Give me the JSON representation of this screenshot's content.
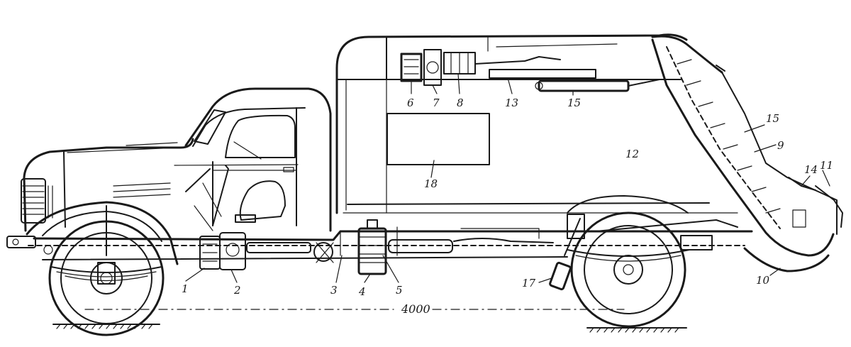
{
  "callouts": {
    "c1": "1",
    "c2": "2",
    "c3": "3",
    "c4": "4",
    "c5": "5",
    "c6": "6",
    "c7": "7",
    "c8": "8",
    "c9": "9",
    "c10": "10",
    "c11": "11",
    "c12": "12",
    "c13": "13",
    "c14": "14",
    "c15a": "15",
    "c15b": "15",
    "c17": "17",
    "c18": "18"
  },
  "dimension": {
    "wheelbase": "4000"
  }
}
